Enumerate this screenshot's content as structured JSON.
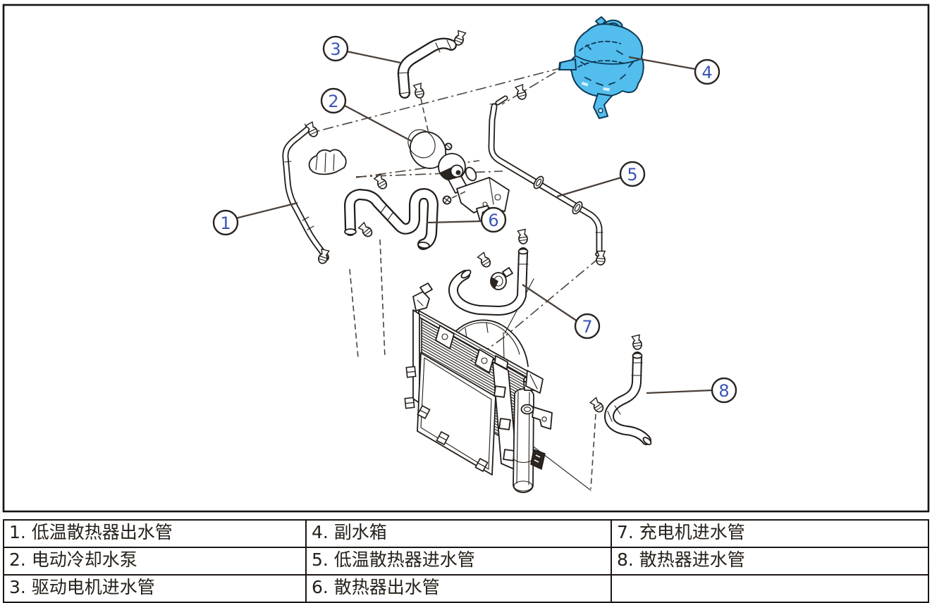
{
  "figure": {
    "description": "Exploded parts diagram of an EV cooling system (pipes, pump, reservoir, radiator)",
    "highlight_color": "#53bdee",
    "line_color": "#221c18",
    "callout_number_color": "#3a55b7",
    "callouts": [
      {
        "number": "1",
        "label": "低温散热器出水管"
      },
      {
        "number": "2",
        "label": "电动冷却水泵"
      },
      {
        "number": "3",
        "label": "驱动电机进水管"
      },
      {
        "number": "4",
        "label": "副水箱"
      },
      {
        "number": "5",
        "label": "低温散热器进水管"
      },
      {
        "number": "6",
        "label": "散热器出水管"
      },
      {
        "number": "7",
        "label": "充电机进水管"
      },
      {
        "number": "8",
        "label": "散热器进水管"
      }
    ]
  },
  "legend": {
    "rows": [
      [
        "1. 低温散热器出水管",
        "4. 副水箱",
        "7. 充电机进水管"
      ],
      [
        "2. 电动冷却水泵",
        "5. 低温散热器进水管",
        "8. 散热器进水管"
      ],
      [
        "3. 驱动电机进水管",
        "6. 散热器出水管",
        ""
      ]
    ]
  }
}
